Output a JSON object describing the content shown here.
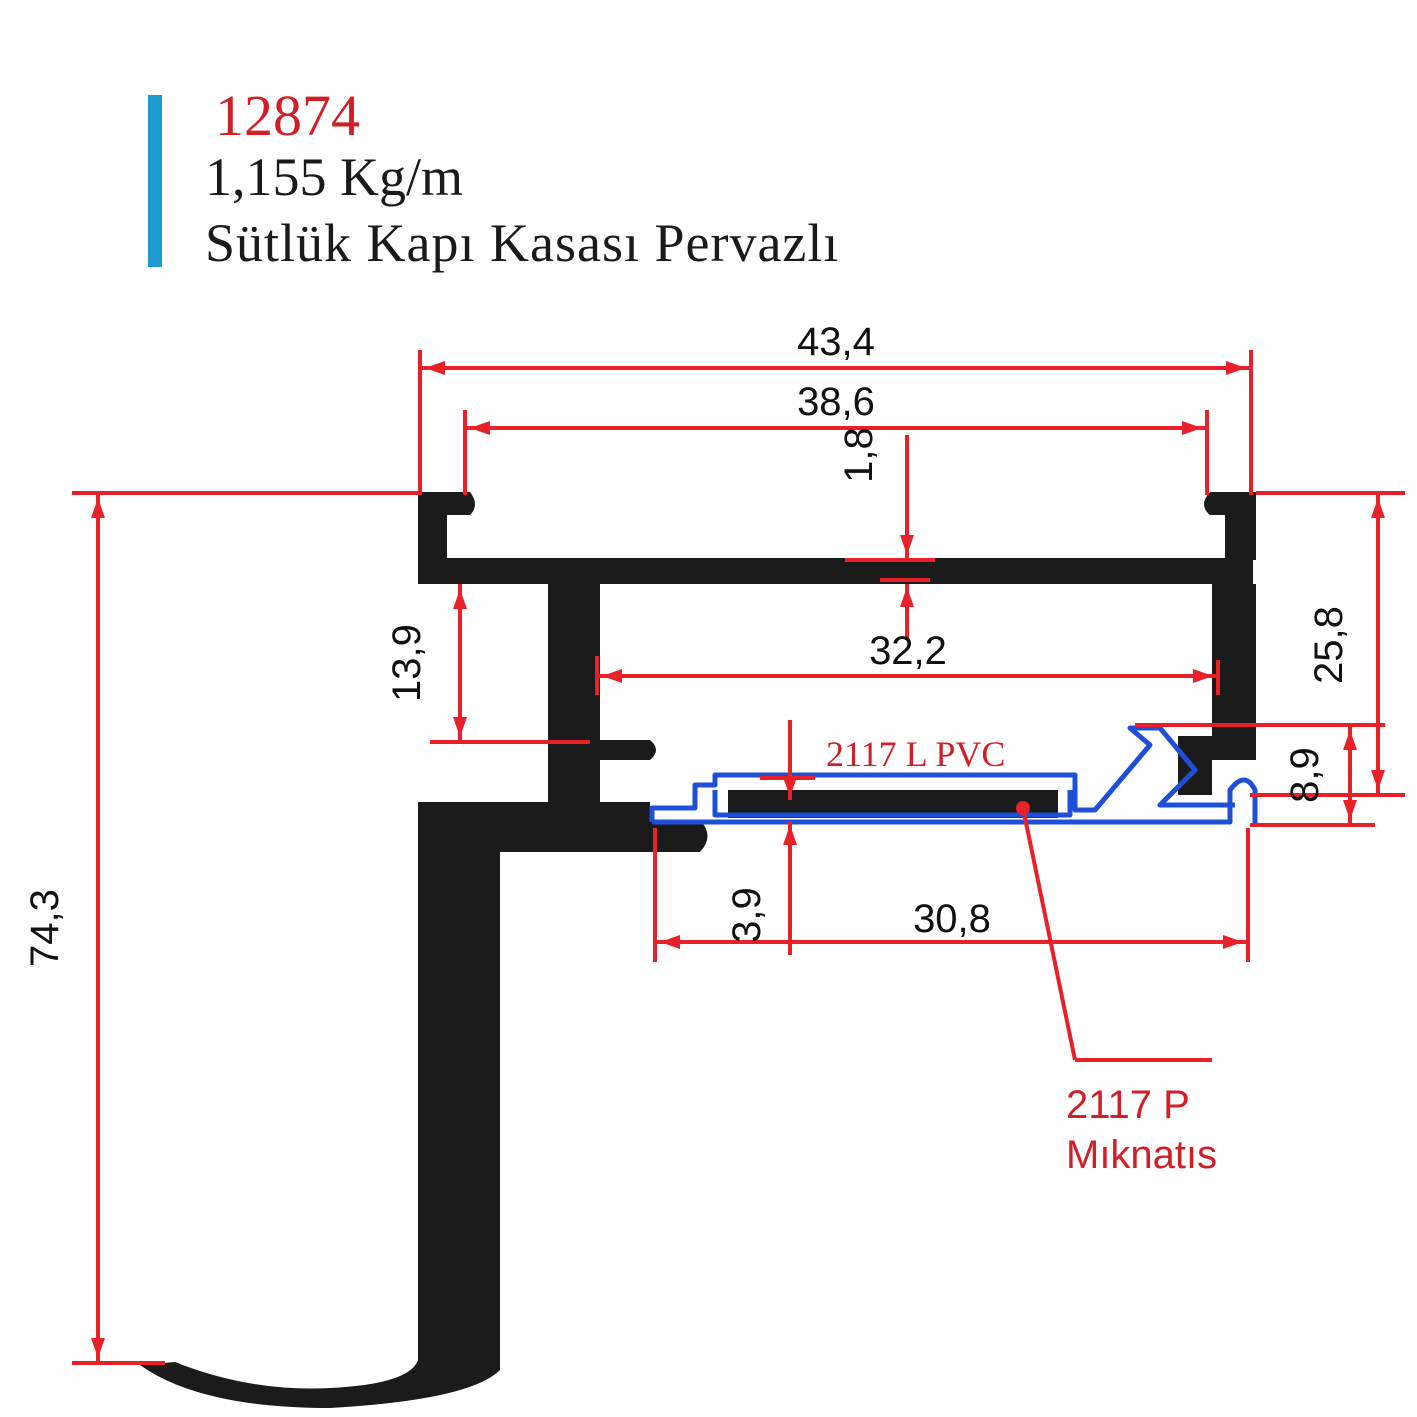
{
  "header": {
    "accent_color": "#1e9bd0",
    "code": "12874",
    "weight": "1,155 Kg/m",
    "product_name": "Sütlük Kapı Kasası Pervazlı"
  },
  "dimensions": {
    "width_outer": "43,4",
    "width_inner": "38,6",
    "flange_thickness": "1,8",
    "channel_width": "32,2",
    "depth_upper": "13,9",
    "depth_right": "25,8",
    "total_height": "74,3",
    "seal_offset": "3,9",
    "seal_width": "30,8",
    "seal_height": "8,9"
  },
  "labels": {
    "pvc": "2117 L PVC",
    "magnet_code": "2117 P",
    "magnet_name": "Mıknatıs"
  },
  "colors": {
    "dimension": "#e8202a",
    "profile": "#1b1b1b",
    "gasket": "#1f4fd8",
    "label": "#d01f27"
  }
}
